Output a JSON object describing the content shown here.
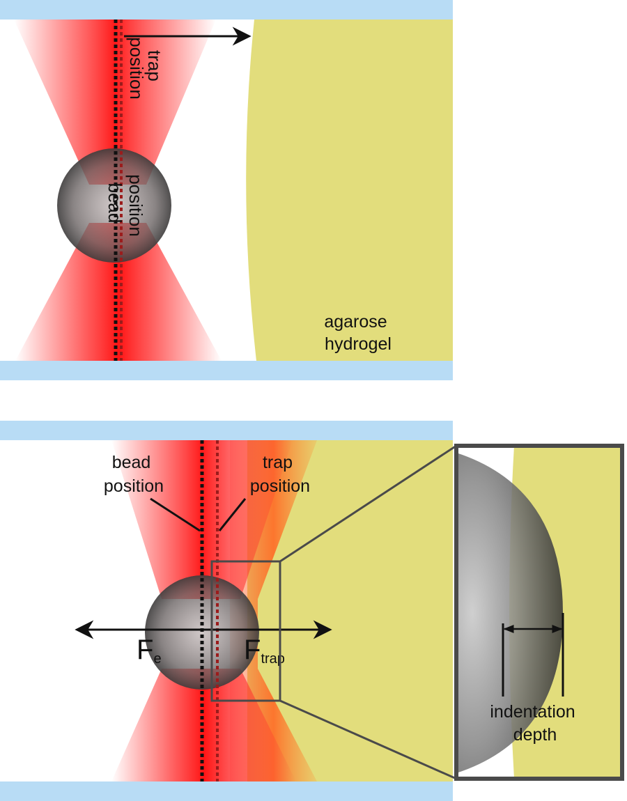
{
  "colors": {
    "glass": "#b8dcf5",
    "gel": "#e2dd7c",
    "laser_red": "#ff2a2a",
    "laser_orange": "#ff7a2a",
    "bead_dark": "#3a3a3a",
    "trap_line": "#9b1c1c",
    "bead_line": "#111111",
    "frame": "#4a4a4a"
  },
  "top_panel": {
    "trap_label_line1": "trap",
    "trap_label_line2": "position",
    "bead_label_line1": "bead",
    "bead_label_line2": "position",
    "gel_label_line1": "agarose",
    "gel_label_line2": "hydrogel"
  },
  "bottom_panel": {
    "bead_label_line1": "bead",
    "bead_label_line2": "position",
    "trap_label_line1": "trap",
    "trap_label_line2": "position",
    "force_e_main": "F",
    "force_e_sub": "e",
    "force_trap_main": "F",
    "force_trap_sub": "trap"
  },
  "inset": {
    "label_line1": "indentation",
    "label_line2": "depth"
  }
}
